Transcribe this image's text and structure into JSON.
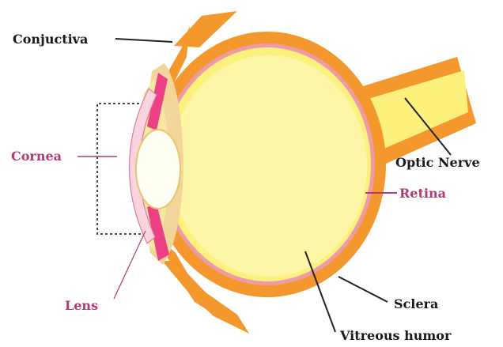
{
  "labels": {
    "conjuctiva": "Conjuctiva",
    "cornea": "Cornea",
    "lens": "Lens",
    "optic_nerve": "Optic Nerve",
    "retina": "Retina",
    "sclera": "Sclera",
    "vitreous_humor": "Vitreous humor"
  },
  "colors": {
    "sclera": "#f4982e",
    "vitreous": "#fdf6a6",
    "vitreous_rim": "#f6ef7a",
    "retina": "#ef9aa8",
    "cornea": "#f9d4df",
    "lens": "#fffff4",
    "ciliary": "#f2d59a",
    "iris": "#ec3f86",
    "dark_label": "#1a1a1a",
    "magenta_label": "#b03a76"
  }
}
